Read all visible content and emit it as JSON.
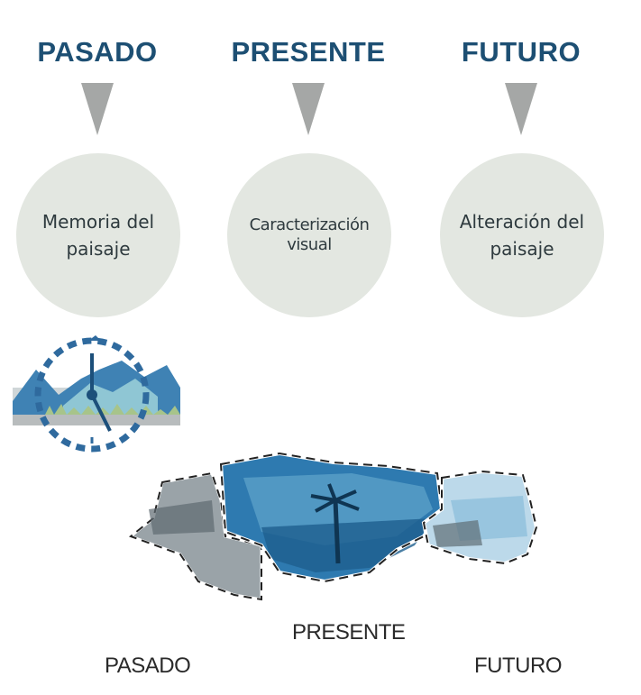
{
  "columns": [
    {
      "heading": "PASADO",
      "circle_text": "Memoria del paisaje"
    },
    {
      "heading": "PRESENTE",
      "circle_text": "Caracterización visual"
    },
    {
      "heading": "FUTURO",
      "circle_text": "Alteración del paisaje"
    }
  ],
  "bottom_labels": {
    "pasado": "PASADO",
    "presente": "PRESENTE",
    "futuro": "FUTURO"
  },
  "colors": {
    "heading": "#1d4f73",
    "arrow": "#a5a7a6",
    "circle": "#e3e7e1",
    "clock": "#2f6a9e",
    "present_blue": "#2e7ab0"
  },
  "icons": [
    "clock-landscape-icon"
  ]
}
